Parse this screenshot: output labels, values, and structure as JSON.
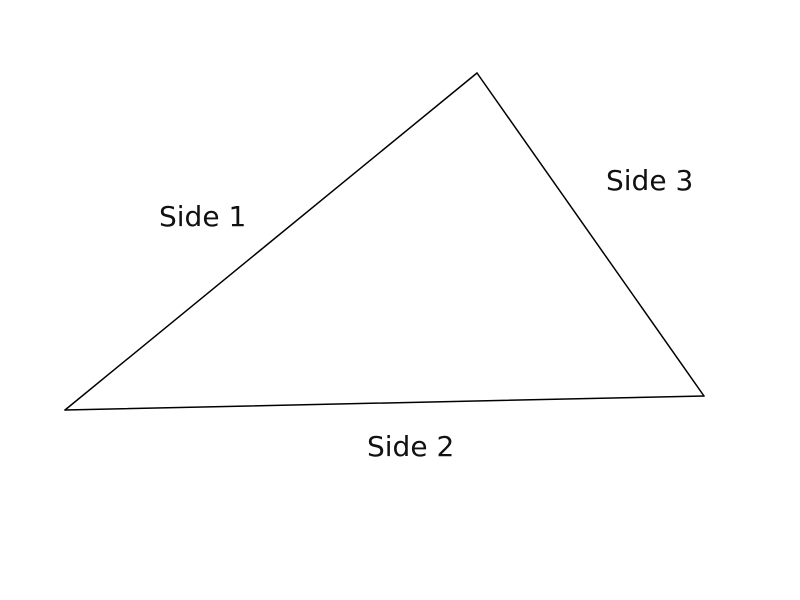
{
  "diagram": {
    "labels": {
      "side1": "Side 1",
      "side2": "Side 2",
      "side3": "Side 3"
    },
    "colors": {
      "stroke": "#000000",
      "text": "#111111",
      "background": "#ffffff"
    }
  }
}
